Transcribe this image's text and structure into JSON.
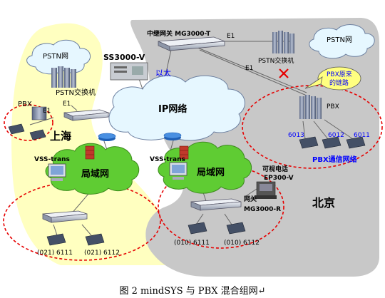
{
  "labels": {
    "pstn_sh": "PSTN网",
    "pstn_switch_sh": "PSTN交换机",
    "pbx_sh": "PBX",
    "e1_sh_left": "E1",
    "e1_sh_right": "E1",
    "shanghai": "上海",
    "ss3000": "SS3000-V",
    "ethernet": "以太",
    "ip_network": "IP网络",
    "relay_gateway": "中继网关  MG3000-T",
    "e1_top": "E1",
    "e1_mid": "E1",
    "pstn_bj": "PSTN网",
    "pstn_switch_bj": "PSTN交换机",
    "pbx_original_link": "PBX原来\n的链路",
    "pbx_bj": "PBX",
    "ext_6013": "6013",
    "ext_6012": "6012",
    "ext_6011": "6011",
    "pbx_network": "PBX通信网络",
    "vss_trans_sh": "VSS-trans",
    "lan_sh": "局域网",
    "vss_trans_bj": "VSS-trans",
    "lan_bj": "局域网",
    "videophone": "可视电话",
    "ep300": "EP300-V",
    "gateway_bj": "网关",
    "mg3000r": "MG3000-R",
    "beijing": "北京",
    "phone_sh_1": "(021) 6111",
    "phone_sh_2": "(021) 6112",
    "phone_bj_1": "(010) 6111",
    "phone_bj_2": "(010) 6112"
  },
  "caption": "图 2 mindSYS 与 PBX 混合组网↵",
  "colors": {
    "shanghai_bg": "#ffffc0",
    "beijing_bg": "#c8c8c8",
    "ip_cloud": "#e6f7ff",
    "pstn_cloud": "#e6f7ff",
    "lan_cloud": "#5fcc33",
    "dashed_red": "#e60000",
    "label_blue": "#0000ff",
    "cross_red": "#e60000"
  }
}
